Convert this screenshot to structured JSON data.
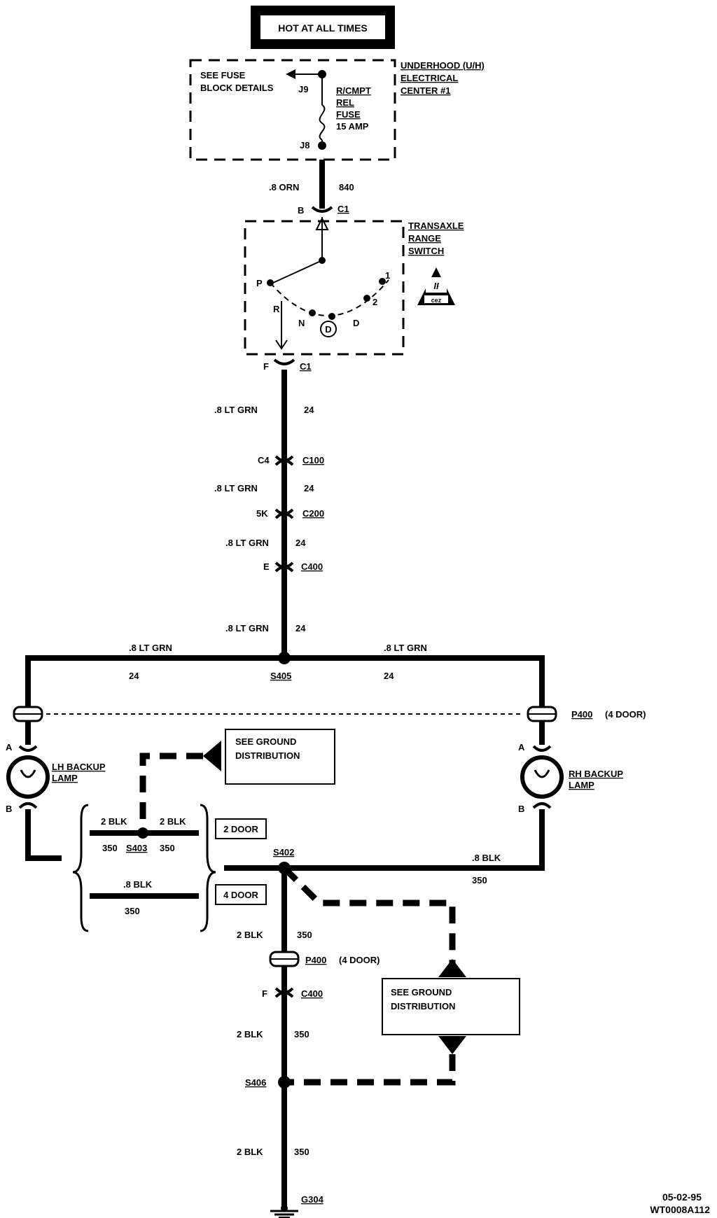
{
  "hot_label": "HOT AT ALL TIMES",
  "fuse_block": {
    "see_fuse_line1": "SEE FUSE",
    "see_fuse_line2": "BLOCK DETAILS",
    "pin_top": "J9",
    "pin_bottom": "J8",
    "fuse_name_1": "R/CMPT",
    "fuse_name_2": "REL",
    "fuse_name_3": "FUSE",
    "fuse_rating": "15 AMP",
    "center_line1": "UNDERHOOD (U/H)",
    "center_line2": "ELECTRICAL",
    "center_line3": "CENTER #1"
  },
  "wire_orn": {
    "gauge": ".8 ORN",
    "circuit": "840"
  },
  "switch": {
    "top_pin": "B",
    "top_conn": "C1",
    "name_line1": "TRANSAXLE",
    "name_line2": "RANGE",
    "name_line3": "SWITCH",
    "pos_p": "P",
    "pos_r": "R",
    "pos_n": "N",
    "pos_od": "D",
    "pos_d": "D",
    "pos_2": "2",
    "pos_1": "1",
    "badge": "II",
    "badge_sub": "cez",
    "bottom_pin": "F",
    "bottom_conn": "C1"
  },
  "run": {
    "w1_gauge": ".8 LT GRN",
    "w1_circuit": "24",
    "c100_pin": "C4",
    "c100": "C100",
    "w2_gauge": ".8 LT GRN",
    "w2_circuit": "24",
    "c200_pin": "5K",
    "c200": "C200",
    "w3_gauge": ".8 LT GRN",
    "w3_circuit": "24",
    "c400_pin": "E",
    "c400": "C400",
    "w4_gauge": ".8 LT GRN",
    "w4_circuit": "24"
  },
  "splice_s405": {
    "name": "S405",
    "left_gauge": ".8 LT GRN",
    "left_circuit": "24",
    "right_gauge": ".8 LT GRN",
    "right_circuit": "24"
  },
  "p400_label": "P400",
  "p400_note": "(4 DOOR)",
  "lh_lamp": {
    "pin_a": "A",
    "pin_b": "B",
    "line1": "LH BACKUP",
    "line2": "LAMP"
  },
  "rh_lamp": {
    "pin_a": "A",
    "pin_b": "B",
    "line1": "RH BACKUP",
    "line2": "LAMP"
  },
  "ground_note_1": {
    "line1": "SEE GROUND",
    "line2": "DISTRIBUTION"
  },
  "ground_note_2": {
    "line1": "SEE GROUND",
    "line2": "DISTRIBUTION"
  },
  "s403": {
    "name": "S403",
    "left_gauge": "2 BLK",
    "left_circuit": "350",
    "right_gauge": "2 BLK",
    "right_circuit": "350",
    "four_door_gauge": ".8 BLK",
    "four_door_circuit": "350"
  },
  "door_2": "2 DOOR",
  "door_4": "4 DOOR",
  "s402": {
    "name": "S402",
    "right_gauge": ".8 BLK",
    "right_circuit": "350"
  },
  "lower": {
    "w1_gauge": "2 BLK",
    "w1_circuit": "350",
    "p400_label": "P400",
    "p400_note": "(4 DOOR)",
    "c400_pin": "F",
    "c400": "C400",
    "w2_gauge": "2 BLK",
    "w2_circuit": "350",
    "s406": "S406",
    "w3_gauge": "2 BLK",
    "w3_circuit": "350",
    "ground": "G304"
  },
  "footer": {
    "date": "05-02-95",
    "code": "WT0008A112"
  }
}
